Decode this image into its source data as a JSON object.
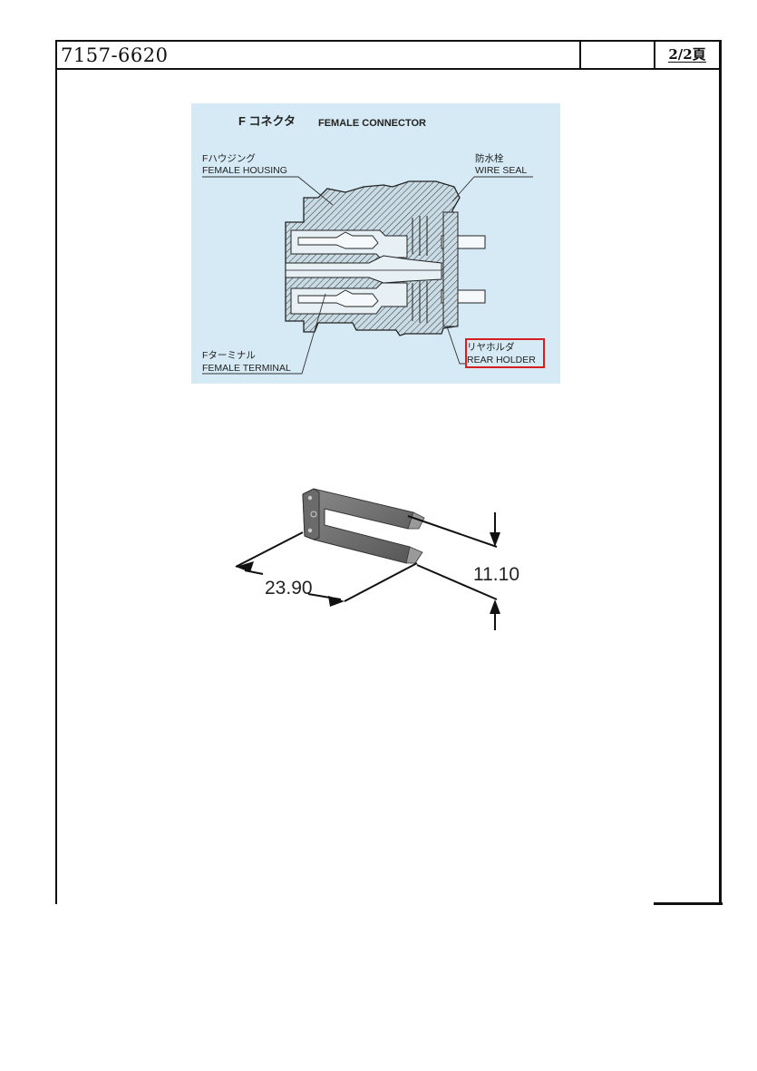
{
  "header": {
    "doc_number": "7157-6620",
    "page_indicator": "2/2頁"
  },
  "connector_figure": {
    "title_jp": "F コネクタ",
    "title_en": "FEMALE CONNECTOR",
    "labels": {
      "female_housing_jp": "Fハウジング",
      "female_housing_en": "FEMALE HOUSING",
      "wire_seal_jp": "防水栓",
      "wire_seal_en": "WIRE SEAL",
      "female_terminal_jp": "Fターミナル",
      "female_terminal_en": "FEMALE TERMINAL",
      "rear_holder_jp": "リヤホルダ",
      "rear_holder_en": "REAR HOLDER"
    },
    "colors": {
      "background": "#d5eaf4",
      "highlight_box": "#d62020"
    }
  },
  "holder_figure": {
    "dimension_width": "23.90",
    "dimension_height": "11.10"
  }
}
